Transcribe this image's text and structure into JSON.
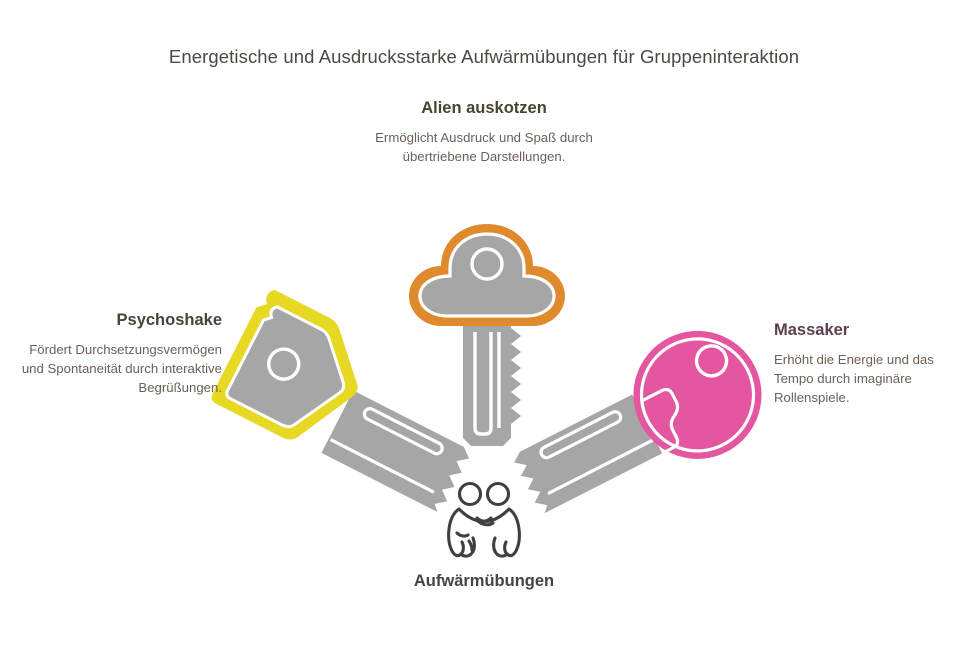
{
  "page": {
    "title": "Energetische und Ausdrucksstarke Aufwärmübungen für Gruppeninteraktion",
    "background_color": "#ffffff"
  },
  "palette": {
    "key_gray": "#a6a6a6",
    "key_gray_outline": "#ffffff",
    "orange": "#e08a2e",
    "yellow": "#e6d823",
    "pink": "#e4569f",
    "title_text": "#4a4a42",
    "body_text": "#6b6158",
    "people_icon": "#3f3f3f"
  },
  "nodes": {
    "top": {
      "heading": "Alien auskotzen",
      "description": "Ermöglicht Ausdruck und Spaß durch übertriebene Darstellungen.",
      "accent_color": "#e08a2e",
      "icon": "key-icon",
      "heading_color": "#46462f"
    },
    "left": {
      "heading": "Psychoshake",
      "description": "Fördert Durchsetzungsvermögen und Spontaneität durch interaktive Begrüßungen.",
      "accent_color": "#e6d823",
      "icon": "key-icon",
      "heading_color": "#4b4238"
    },
    "right": {
      "heading": "Massaker",
      "description": "Erhöht die Energie und das Tempo durch imaginäre Rollenspiele.",
      "accent_color": "#e4569f",
      "icon": "key-icon",
      "heading_color": "#5c3e4c"
    },
    "bottom": {
      "heading": "Aufwärmübungen",
      "description": "",
      "accent_color": "#3f3f3f",
      "icon": "two-people-icon",
      "heading_color": "#444444"
    }
  }
}
